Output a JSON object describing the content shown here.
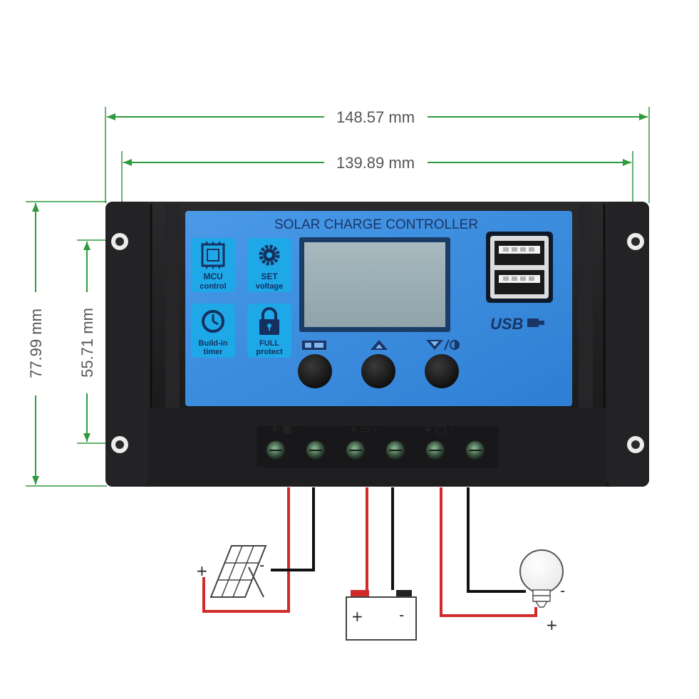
{
  "dimensions": {
    "outer_width": "148.57 mm",
    "inner_width": "139.89 mm",
    "outer_height": "77.99 mm",
    "inner_height": "55.71 mm"
  },
  "panel": {
    "title": "SOLAR CHARGE CONTROLLER",
    "badges": [
      {
        "icon": "chip-icon",
        "line1": "MCU",
        "line2": "control"
      },
      {
        "icon": "gear-icon",
        "line1": "SET",
        "line2": "voltage"
      },
      {
        "icon": "clock-icon",
        "line1": "Build-in",
        "line2": "timer"
      },
      {
        "icon": "lock-icon",
        "line1": "FULL",
        "line2": "protect"
      }
    ],
    "usb_label": "USB",
    "buttons": [
      "menu-button",
      "up-button",
      "down-button"
    ]
  },
  "wiring": {
    "solar_plus": "+",
    "solar_minus": "-",
    "battery_plus": "+",
    "battery_minus": "-",
    "load_plus": "+",
    "load_minus": "-"
  },
  "colors": {
    "dimension_line": "#2e9a3c",
    "panel_blue": "#3d8ee0",
    "body": "#1c1c1e",
    "wire_red": "#d22a2a",
    "wire_black": "#111111",
    "lcd": "#9fb1b8"
  }
}
